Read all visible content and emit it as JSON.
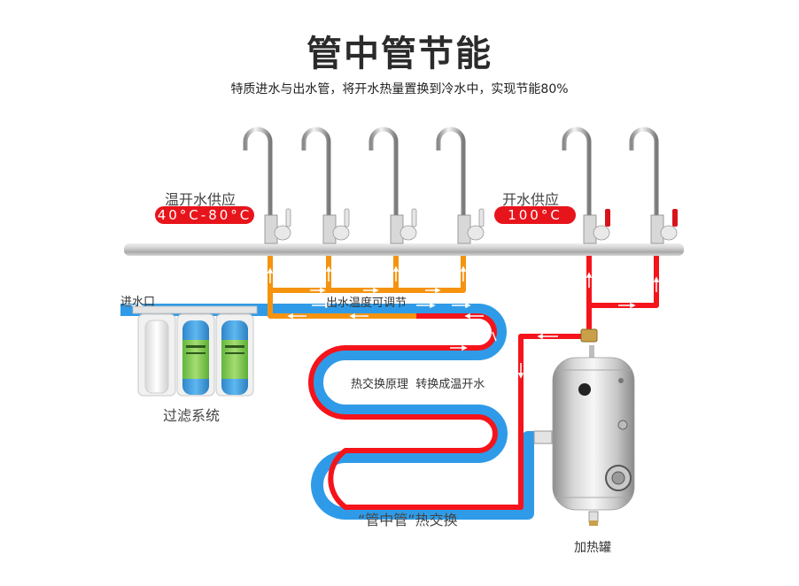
{
  "header": {
    "title": "管中管节能",
    "subtitle": "特质进水与出水管，将开水热量置换到冷水中，实现节能80%"
  },
  "supply": {
    "warm": {
      "label": "温开水供应",
      "temperature": "40°C-80°C",
      "faucet_count": 4
    },
    "boiling": {
      "label": "开水供应",
      "temperature": "100°C",
      "faucet_count": 2
    }
  },
  "labels": {
    "inlet": "进水口",
    "filter_system": "过滤系统",
    "adjustable_temp": "出水温度可调节",
    "heat_exchange_principle": "热交换原理  转换成温开水",
    "pipe_in_pipe": "“管中管”热交换",
    "heating_tank": "加热罐"
  },
  "colors": {
    "cold_pipe": "#2f9be8",
    "hot_pipe": "#f5141b",
    "warm_pipe": "#f5930f",
    "badge": "#e8141b",
    "manifold": "#c9c9c9"
  }
}
